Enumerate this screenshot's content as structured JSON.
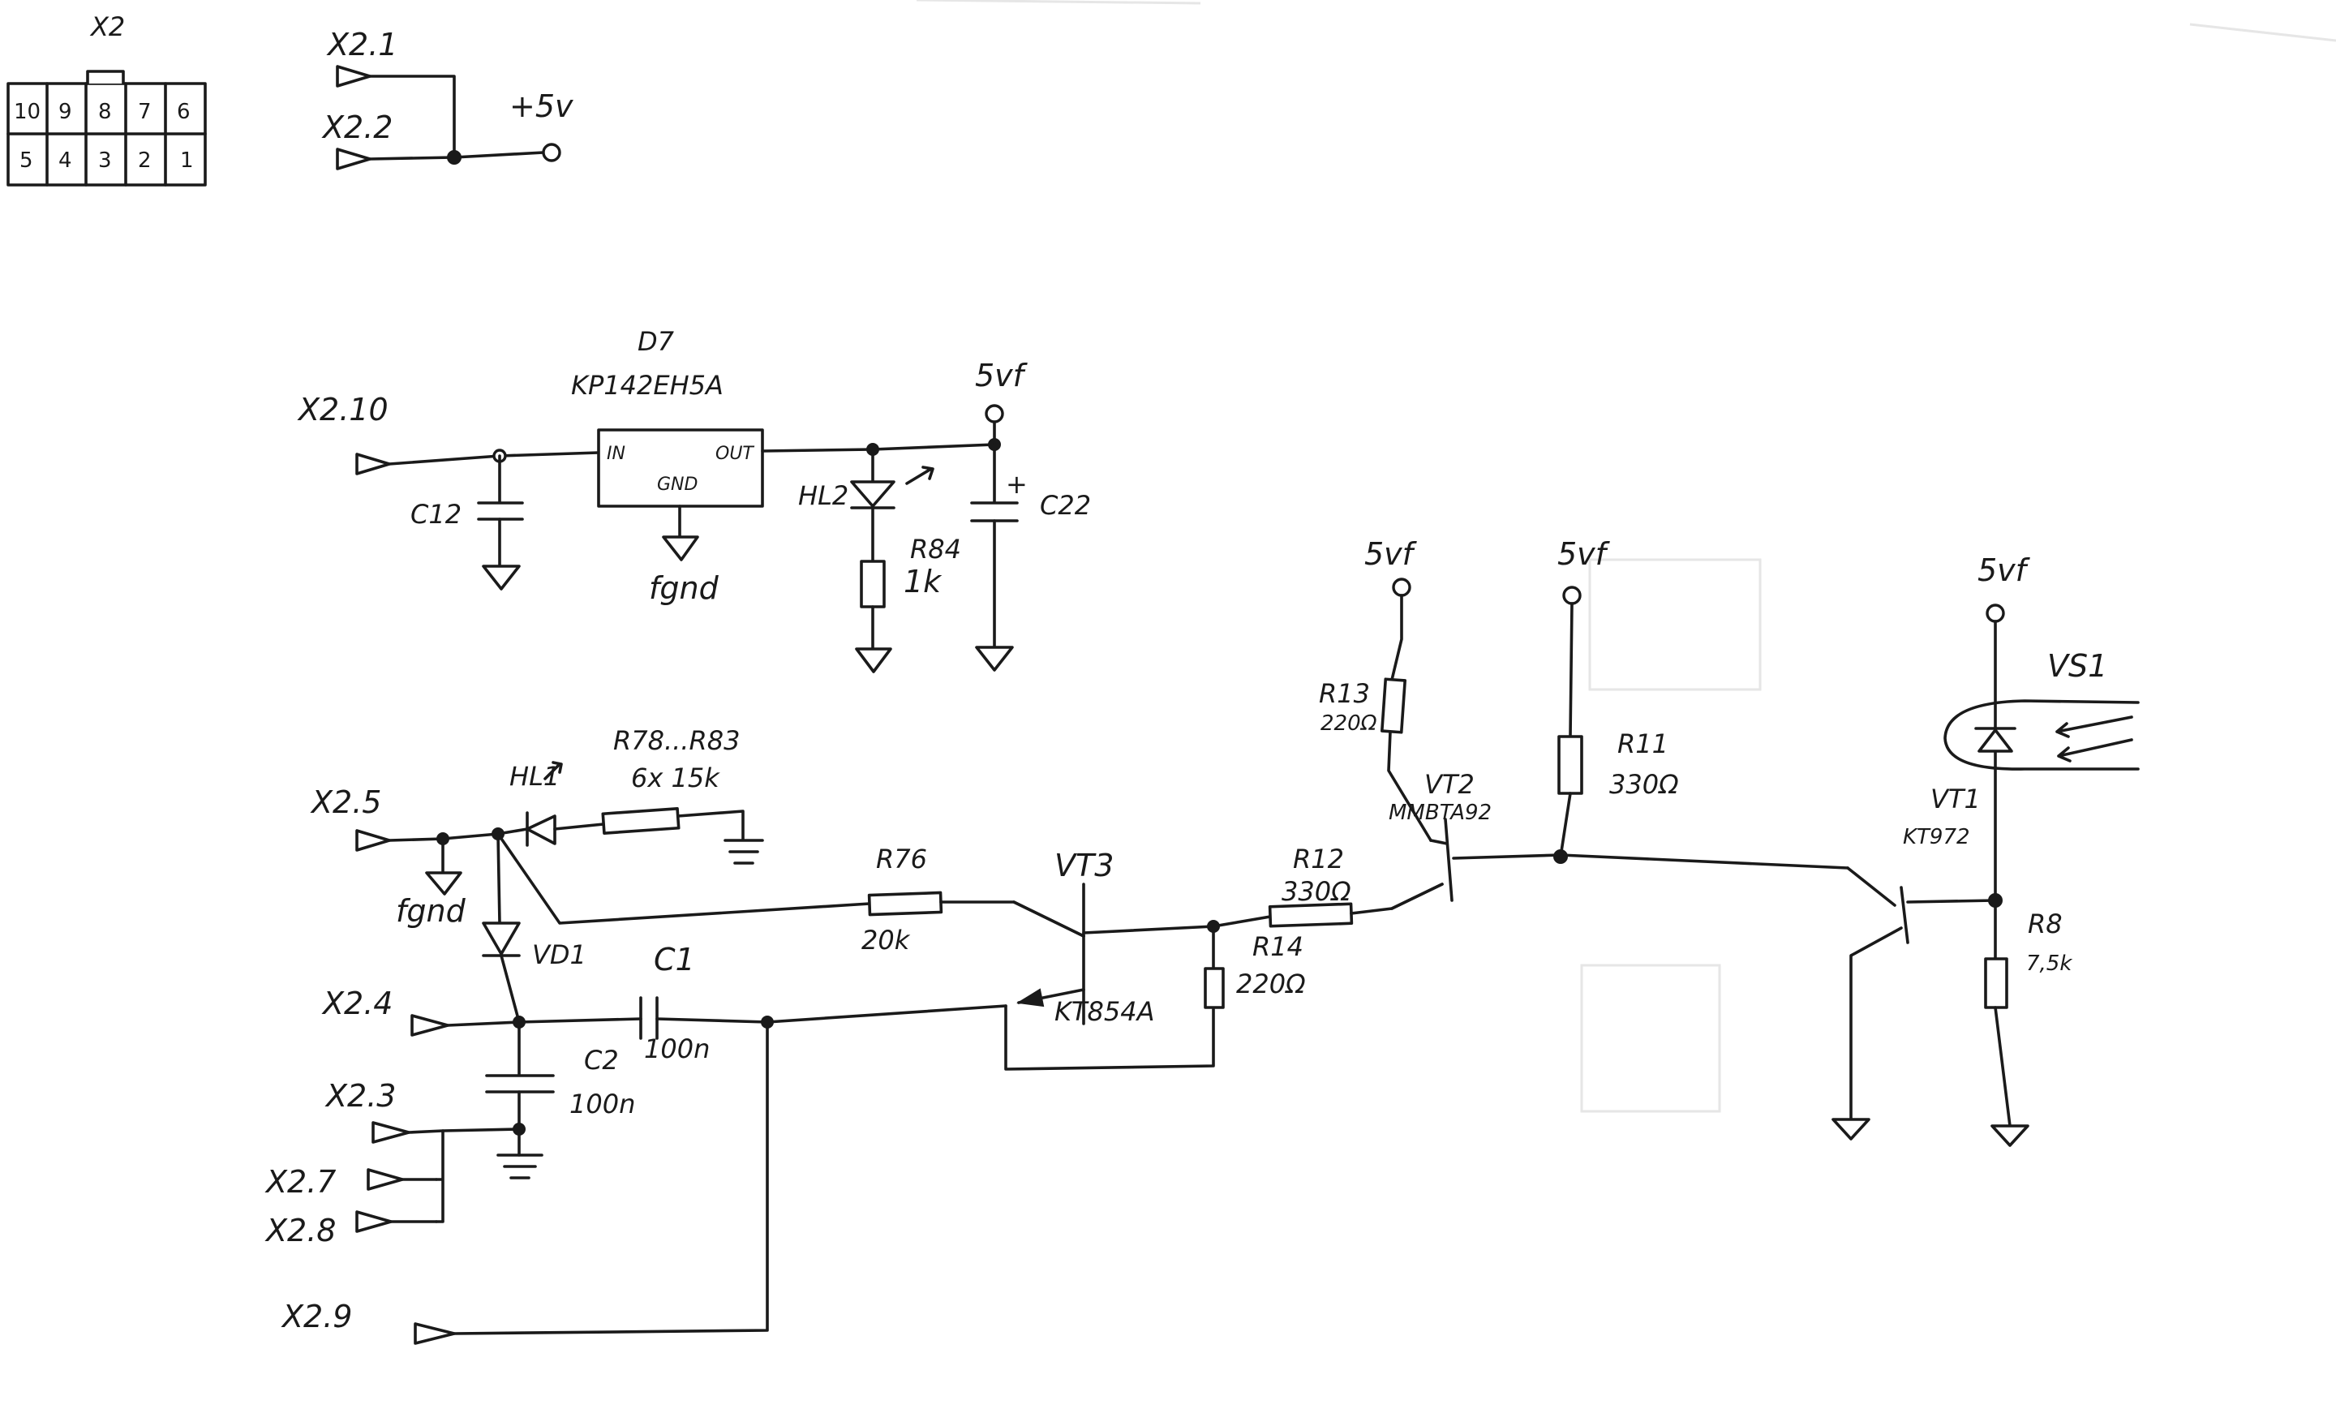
{
  "connector": {
    "name": "X2",
    "top_row": [
      "10",
      "9",
      "8",
      "7",
      "6"
    ],
    "bottom_row": [
      "5",
      "4",
      "3",
      "2",
      "1"
    ]
  },
  "labels": {
    "x2_1": "X2.1",
    "x2_2": "X2.2",
    "plus5v": "+5v",
    "x2_10": "X2.10",
    "x2_5": "X2.5",
    "x2_4": "X2.4",
    "x2_3": "X2.3",
    "x2_7": "X2.7",
    "x2_8": "X2.8",
    "x2_9": "X2.9",
    "fgnd_top": "fgnd",
    "fgnd_left": "fgnd",
    "rail_d7": "5vf",
    "rail_r13": "5vf",
    "rail_r11": "5vf",
    "rail_vs1": "5vf"
  },
  "regulator": {
    "ref": "D7",
    "part": "KP142EH5A",
    "in_label": "IN",
    "out_label": "OUT",
    "gnd_label": "GND"
  },
  "components": {
    "c12": "C12",
    "c22": "C22",
    "c22_plus": "+",
    "hl2": "HL2",
    "r84": "R84",
    "r84_val": "1k",
    "hl1": "HL1",
    "r78_83": "R78...R83",
    "r78_83_val": "6x 15k",
    "vd1": "VD1",
    "c1": "C1",
    "c1_val": "100n",
    "c2": "C2",
    "c2_val": "100n",
    "r76": "R76",
    "r76_val": "20k",
    "vt3": "VT3",
    "vt3_part": "KT854A",
    "r12": "R12",
    "r12_val": "330Ω",
    "r14": "R14",
    "r14_val": "220Ω",
    "r13": "R13",
    "r13_val": "220Ω",
    "vt2": "VT2",
    "vt2_part": "MMBTA92",
    "r11": "R11",
    "r11_val": "330Ω",
    "vs1": "VS1",
    "vt1": "VT1",
    "vt1_part": "KT972",
    "r8": "R8",
    "r8_val": "7,5k"
  },
  "colors": {
    "ink": "#1a1a1a",
    "paper": "#ffffff"
  }
}
